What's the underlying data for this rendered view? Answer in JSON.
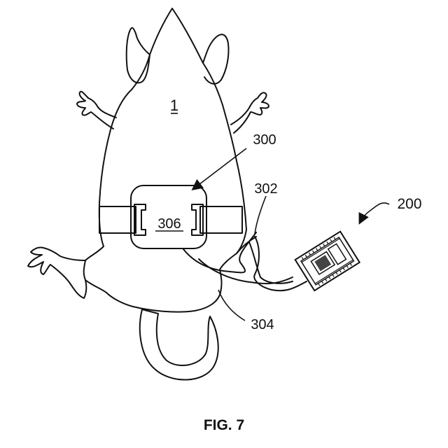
{
  "figure": {
    "caption": "FIG. 7",
    "labels": {
      "animal": "1",
      "harness": "300",
      "pad": "306",
      "tube_a": "302",
      "tube_b": "304",
      "device": "200"
    }
  }
}
